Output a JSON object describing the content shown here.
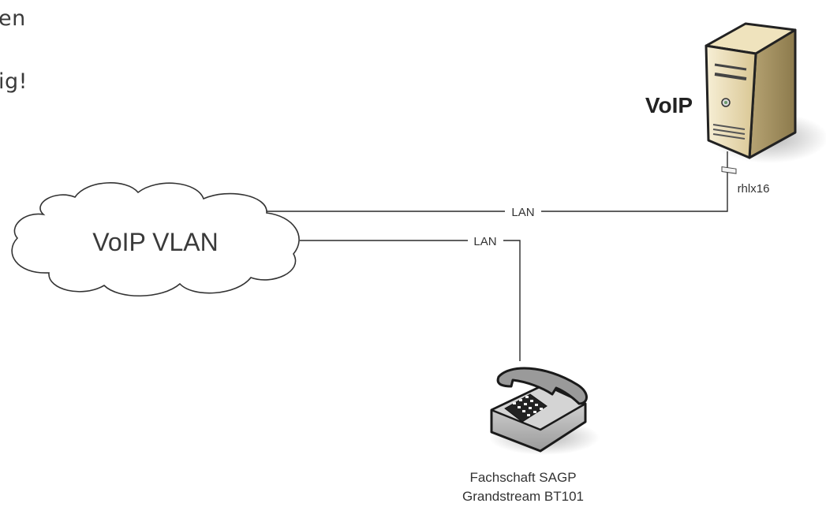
{
  "background_text": {
    "line1": "en",
    "line2": "ig!"
  },
  "server": {
    "title": "VoIP",
    "hostname": "rhlx16",
    "icon": "server-tower-icon"
  },
  "cloud": {
    "label": "VoIP VLAN",
    "icon": "network-cloud-icon"
  },
  "links": {
    "server_link_label": "LAN",
    "phone_link_label": "LAN"
  },
  "phone": {
    "name_line1": "Fachschaft SAGP",
    "name_line2": "Grandstream BT101",
    "icon": "desk-phone-icon"
  },
  "colors": {
    "line": "#2a2a2a",
    "server_body": "#e8d9b0",
    "server_shadow": "#8a7a55",
    "cloud_fill": "#ffffff",
    "phone_body": "#c8c8c8"
  }
}
